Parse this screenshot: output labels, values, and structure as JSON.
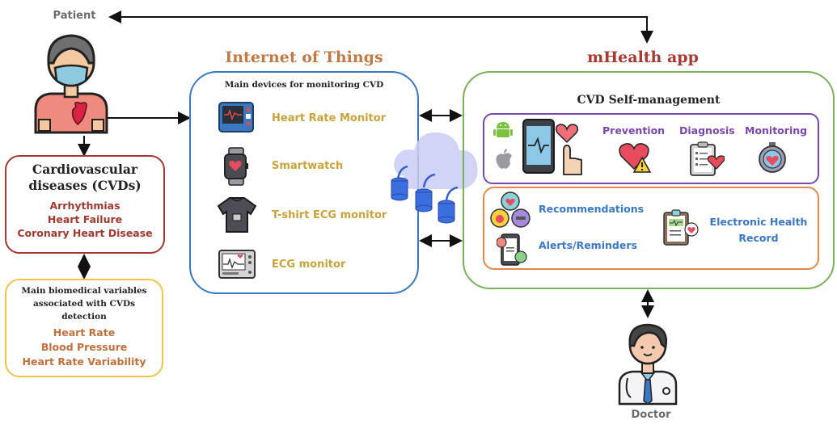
{
  "actors": {
    "patient": "Patient",
    "doctor": "Doctor"
  },
  "cvd": {
    "title_line1": "Cardiovascular",
    "title_line2": "diseases (CVDs)",
    "items": [
      "Arrhythmias",
      "Heart Failure",
      "Coronary Heart Disease"
    ]
  },
  "biomedical": {
    "title_line1": "Main biomedical variables",
    "title_line2": "associated with CVDs",
    "title_line3": "detection",
    "items": [
      "Heart Rate",
      "Blood Pressure",
      "Heart Rate Variability"
    ]
  },
  "iot": {
    "title": "Internet of Things",
    "subtitle": "Main devices for monitoring CVD",
    "devices": [
      {
        "label": "Heart Rate Monitor",
        "icon": "heart-rate-monitor-icon"
      },
      {
        "label": "Smartwatch",
        "icon": "smartwatch-icon"
      },
      {
        "label": "T-shirt ECG monitor",
        "icon": "tshirt-ecg-icon"
      },
      {
        "label": "ECG monitor",
        "icon": "ecg-monitor-icon"
      }
    ]
  },
  "mhealth": {
    "title": "mHealth app",
    "section_title": "CVD Self-management",
    "functions": [
      "Prevention",
      "Diagnosis",
      "Monitoring"
    ],
    "features": {
      "recommendations": "Recommendations",
      "alerts": "Alerts/Reminders",
      "ehr_line1": "Electronic Health",
      "ehr_line2": "Record"
    }
  },
  "colors": {
    "cvd_border": "#a0392f",
    "biomedical_border": "#f0c34a",
    "iot_border": "#3a78c2",
    "mhealth_border": "#79b15a",
    "functions_border": "#7b45ae",
    "features_border": "#e0894a"
  }
}
